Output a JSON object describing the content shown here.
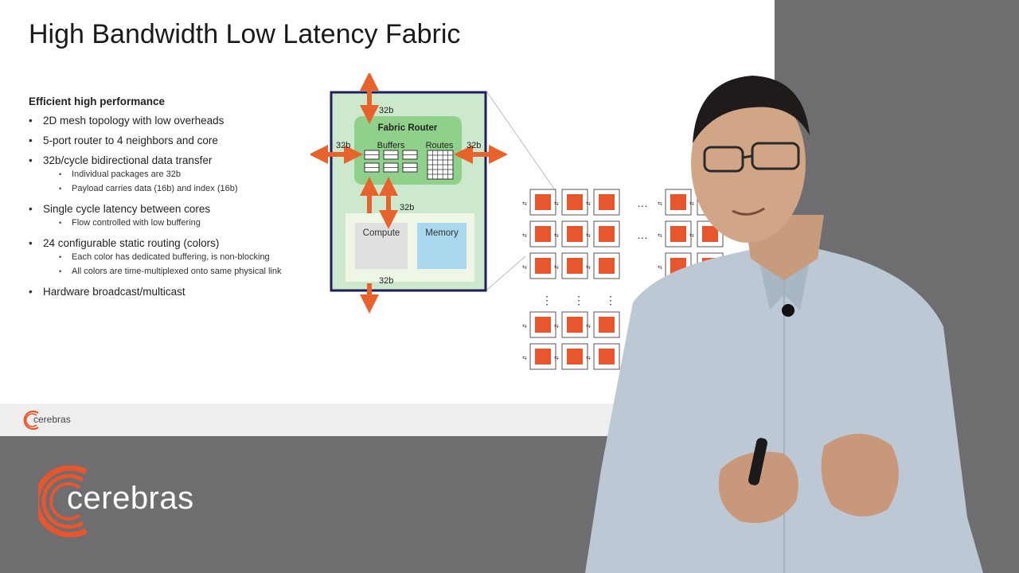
{
  "slide": {
    "title": "High Bandwidth Low Latency Fabric",
    "section_heading": "Efficient high performance",
    "bullets": [
      {
        "text": "2D mesh topology with low overheads",
        "sub": []
      },
      {
        "text": "5-port router to 4 neighbors and core",
        "sub": []
      },
      {
        "text": "32b/cycle bidirectional data transfer",
        "sub": [
          "Individual packages are 32b",
          "Payload carries data (16b) and index (16b)"
        ]
      },
      {
        "text": "Single cycle latency between cores",
        "sub": [
          "Flow controlled with low buffering"
        ]
      },
      {
        "text": "24 configurable static routing (colors)",
        "sub": [
          "Each color has dedicated buffering, is non-blocking",
          "All colors are time-multiplexed onto same physical link"
        ]
      },
      {
        "text": "Hardware broadcast/multicast",
        "sub": []
      }
    ],
    "footer_logo_text": "cerebras"
  },
  "diagram": {
    "router_label": "Fabric Router",
    "buffers_label": "Buffers",
    "routes_label": "Routes",
    "compute_label": "Compute",
    "memory_label": "Memory",
    "link_width": "32b",
    "colors": {
      "tile_bg": "#cde9cd",
      "router_bg": "#8fd08a",
      "arrow": "#e8622c",
      "core": "#e8562d",
      "memory": "#a9d8ee",
      "compute": "#e0e0e0",
      "frame": "#1e1e5a"
    }
  },
  "brand": {
    "logo_text": "cerebras",
    "accent": "#e8562d"
  }
}
